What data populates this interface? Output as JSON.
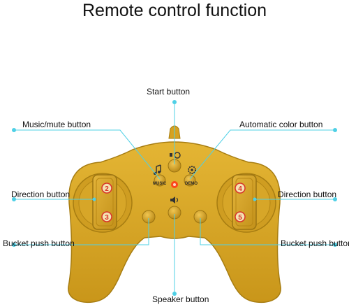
{
  "title": "Remote control function",
  "labels": {
    "start": "Start button",
    "music_mute": "Music/mute button",
    "auto_color": "Automatic color button",
    "direction_left": "Direction button",
    "direction_right": "Direction button",
    "bucket_left": "Bucket push button",
    "bucket_right": "Bucket push button",
    "speaker": "Speaker button"
  },
  "controller": {
    "music_text": "MUSIC",
    "demo_text": "DEMO",
    "left_up_number": "2",
    "left_down_number": "3",
    "right_up_number": "4",
    "right_down_number": "5"
  },
  "colors": {
    "body": "#d9a923",
    "body_dark": "#a77d12",
    "callout": "#4fd0e6",
    "number_red": "#d8332a",
    "led_red": "#ff3b1a"
  },
  "icons": {
    "start": "start-icon",
    "music": "music-note-icon",
    "demo": "gear-icon",
    "speaker": "speaker-icon"
  }
}
